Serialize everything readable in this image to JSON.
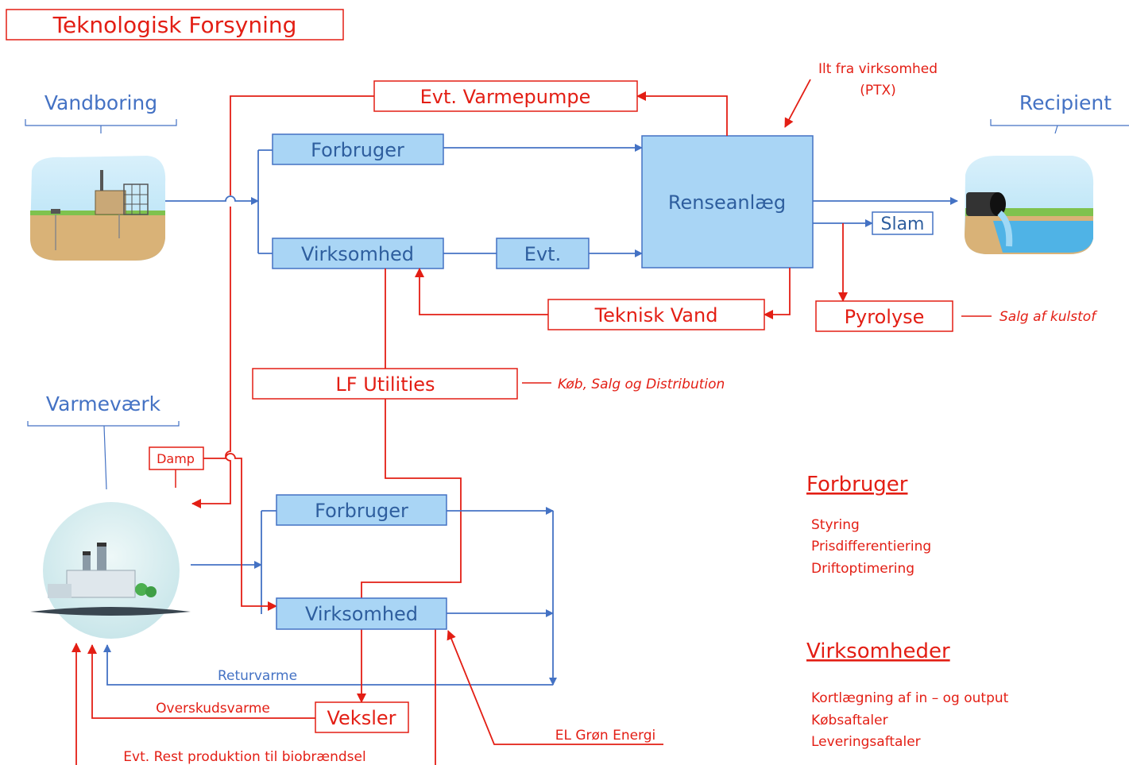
{
  "title": "Teknologisk Forsyning",
  "sections": {
    "vandboring": "Vandboring",
    "recipient": "Recipient",
    "varmevaerk": "Varmeværk"
  },
  "boxes": {
    "forbruger_top": "Forbruger",
    "virksomhed_top": "Virksomhed",
    "evt": "Evt.",
    "renseanlaeg": "Renseanlæg",
    "slam": "Slam",
    "evt_varmepumpe": "Evt. Varmepumpe",
    "teknisk_vand": "Teknisk Vand",
    "pyrolyse": "Pyrolyse",
    "lf_utilities": "LF Utilities",
    "damp": "Damp",
    "forbruger_bottom": "Forbruger",
    "virksomhed_bottom": "Virksomhed",
    "veksler": "Veksler"
  },
  "annotations": {
    "ilt_line1": "Ilt fra virksomhed",
    "ilt_line2": "(PTX)",
    "salg_kulstof": "Salg af kulstof",
    "kob_salg": "Køb, Salg og Distribution",
    "returvarme": "Returvarme",
    "overskudsvarme": "Overskudsvarme",
    "evt_rest": "Evt. Rest produktion til biobrændsel",
    "el_gron": "EL  Grøn Energi"
  },
  "legend": {
    "forbruger": {
      "heading": "Forbruger",
      "items": [
        "Styring",
        "Prisdifferentiering",
        "Driftoptimering"
      ]
    },
    "virksomheder": {
      "heading": "Virksomheder",
      "items": [
        "Kortlægning af in – og output",
        "Købsaftaler",
        "Leveringsaftaler"
      ]
    }
  },
  "colors": {
    "blue_line": "#4472C4",
    "blue_box_fill": "#A9D5F5",
    "red": "#E31E14"
  },
  "icons": {
    "vandboring": "water-well-illustration",
    "recipient": "outlet-pipe-illustration",
    "varmevaerk": "heating-plant-illustration"
  }
}
